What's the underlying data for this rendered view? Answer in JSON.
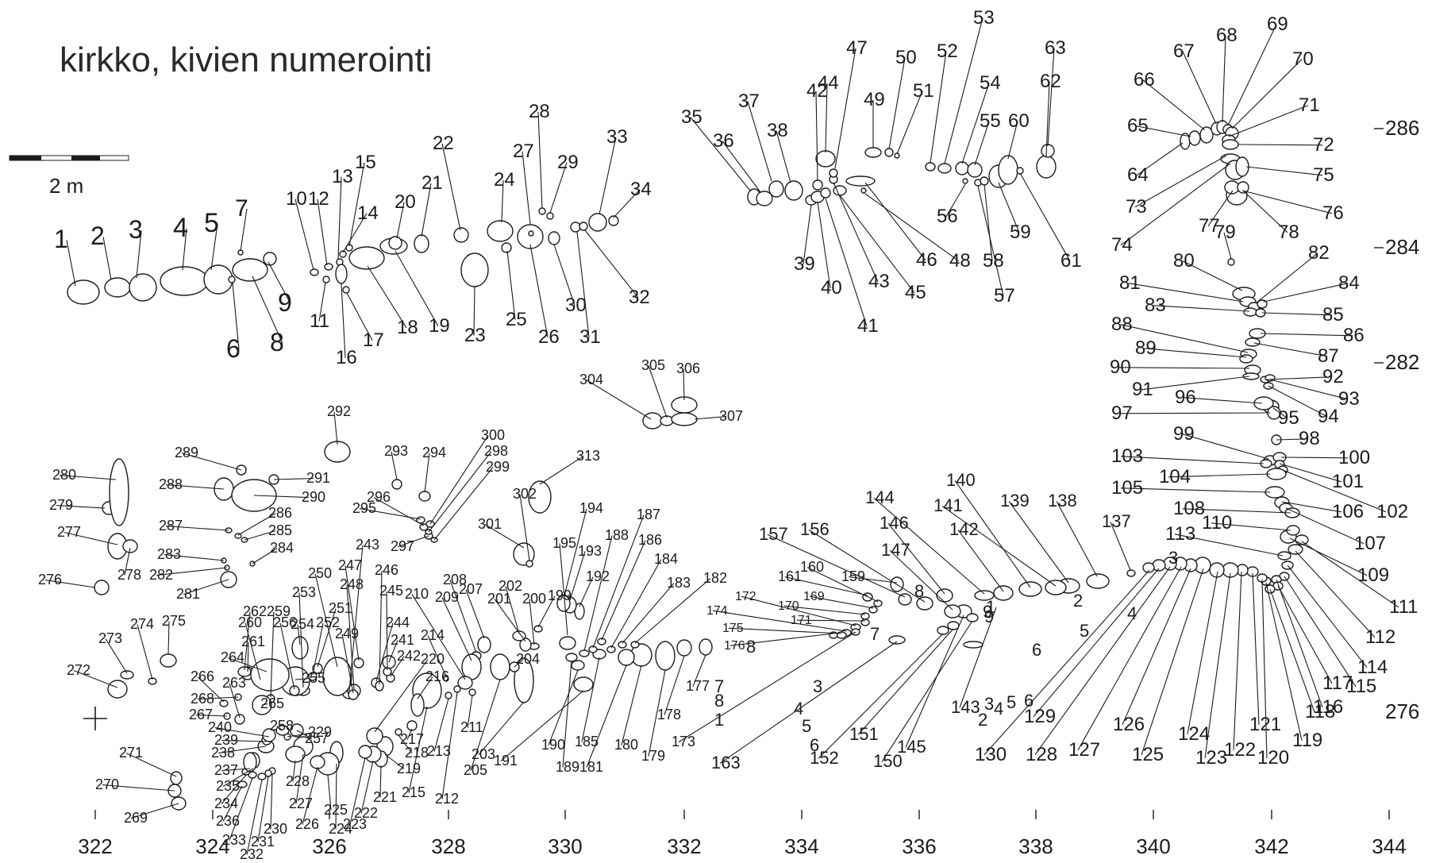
{
  "title": "kirkko, kivien numerointi",
  "scale_label": "2 m",
  "x_axis_ticks": [
    "322",
    "324",
    "326",
    "328",
    "330",
    "332",
    "334",
    "336",
    "338",
    "340",
    "342",
    "344"
  ],
  "y_axis_ticks": [
    "286",
    "284",
    "282",
    "276"
  ],
  "stone_labels": [
    "1",
    "2",
    "3",
    "4",
    "5",
    "6",
    "7",
    "8",
    "9",
    "10",
    "11",
    "12",
    "13",
    "14",
    "15",
    "16",
    "17",
    "18",
    "19",
    "20",
    "21",
    "22",
    "23",
    "24",
    "25",
    "26",
    "27",
    "28",
    "29",
    "30",
    "31",
    "32",
    "33",
    "34",
    "35",
    "36",
    "37",
    "38",
    "39",
    "40",
    "41",
    "42",
    "43",
    "44",
    "45",
    "46",
    "47",
    "48",
    "49",
    "50",
    "51",
    "52",
    "53",
    "54",
    "55",
    "56",
    "57",
    "58",
    "59",
    "60",
    "61",
    "62",
    "63",
    "64",
    "65",
    "66",
    "67",
    "68",
    "69",
    "70",
    "71",
    "72",
    "73",
    "74",
    "75",
    "76",
    "77",
    "78",
    "79",
    "80",
    "81",
    "82",
    "83",
    "84",
    "85",
    "86",
    "87",
    "88",
    "89",
    "90",
    "91",
    "92",
    "93",
    "94",
    "95",
    "96",
    "97",
    "98",
    "99",
    "100",
    "101",
    "102",
    "103",
    "104",
    "105",
    "106",
    "107",
    "108",
    "109",
    "110",
    "111",
    "112",
    "113",
    "114",
    "115",
    "116",
    "117",
    "118",
    "119",
    "120",
    "121",
    "122",
    "123",
    "124",
    "125",
    "126",
    "127",
    "128",
    "129",
    "130",
    "137",
    "138",
    "139",
    "140",
    "141",
    "142",
    "143",
    "144",
    "145",
    "146",
    "147",
    "150",
    "151",
    "152",
    "156",
    "157",
    "159",
    "160",
    "161",
    "163",
    "169",
    "170",
    "171",
    "172",
    "173",
    "174",
    "175",
    "176",
    "177",
    "178",
    "179",
    "180",
    "181",
    "182",
    "183",
    "184",
    "185",
    "186",
    "187",
    "188",
    "189",
    "190",
    "191",
    "192",
    "193",
    "194",
    "195",
    "199",
    "200",
    "201",
    "202",
    "203",
    "204",
    "205",
    "207",
    "208",
    "209",
    "210",
    "211",
    "212",
    "213",
    "214",
    "215",
    "216",
    "217",
    "218",
    "219",
    "220",
    "221",
    "222",
    "223",
    "224",
    "225",
    "226",
    "227",
    "228",
    "229",
    "230",
    "231",
    "232",
    "233",
    "234",
    "235",
    "236",
    "237",
    "238",
    "239",
    "240",
    "241",
    "242",
    "243",
    "244",
    "245",
    "246",
    "247",
    "248",
    "249",
    "250",
    "251",
    "252",
    "253",
    "254",
    "255",
    "256",
    "257",
    "258",
    "259",
    "260",
    "261",
    "262",
    "263",
    "264",
    "265",
    "266",
    "267",
    "268",
    "269",
    "270",
    "271",
    "272",
    "273",
    "274",
    "275",
    "276",
    "277",
    "278",
    "279",
    "280",
    "281",
    "282",
    "283",
    "284",
    "285",
    "286",
    "287",
    "288",
    "289",
    "290",
    "291",
    "292",
    "293",
    "294",
    "295",
    "296",
    "297",
    "298",
    "299",
    "300",
    "301",
    "302",
    "304",
    "305",
    "306",
    "307",
    "313"
  ],
  "secondary_labels": [
    "1",
    "2",
    "3",
    "4",
    "5",
    "6",
    "7",
    "8",
    "9",
    "3",
    "4",
    "5",
    "6",
    "7",
    "8",
    "1",
    "2",
    "3",
    "4",
    "5",
    "6",
    "8",
    "9"
  ]
}
